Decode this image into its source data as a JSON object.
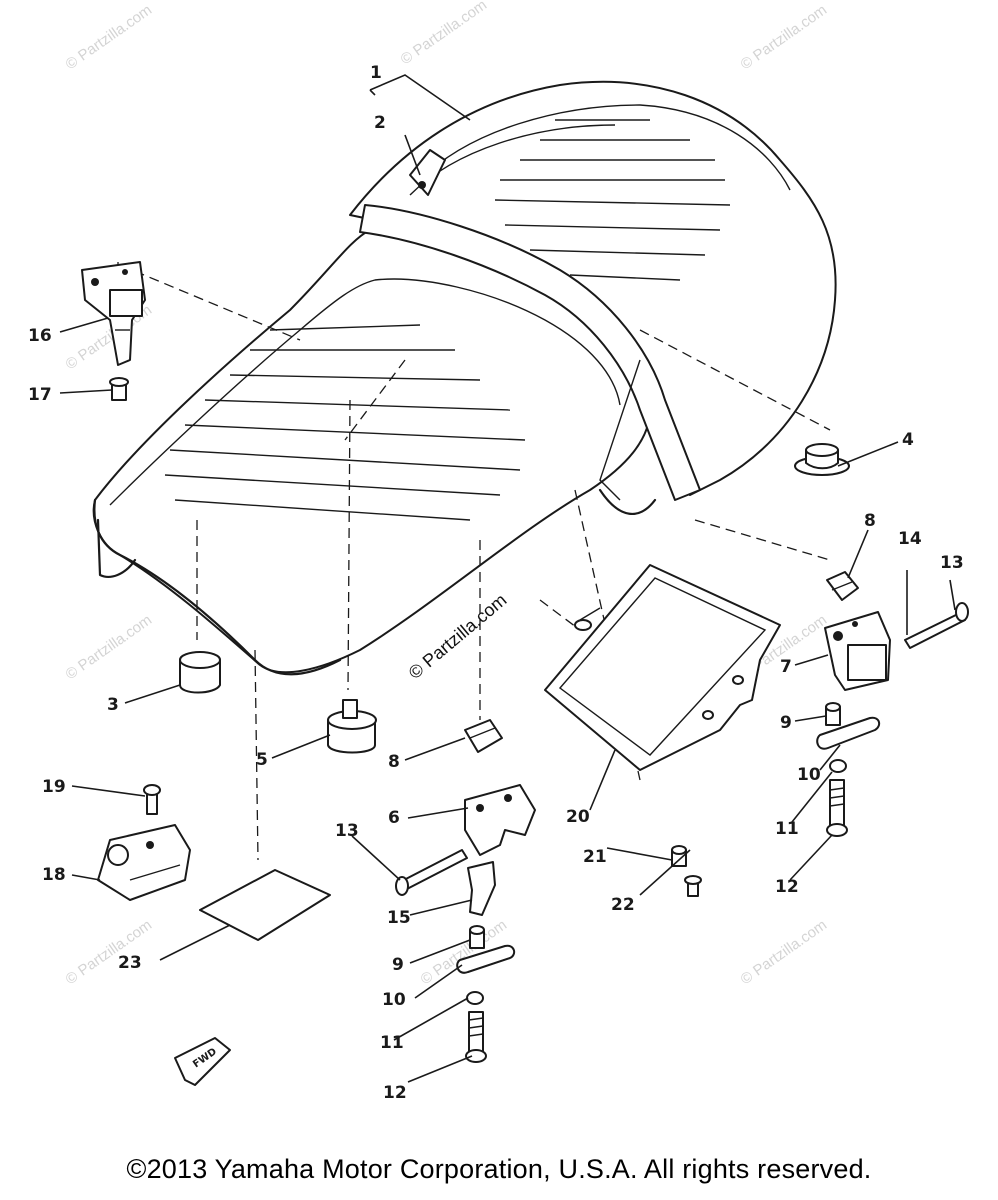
{
  "diagram": {
    "callouts": [
      {
        "id": "1",
        "label": "1"
      },
      {
        "id": "2",
        "label": "2"
      },
      {
        "id": "3",
        "label": "3"
      },
      {
        "id": "4",
        "label": "4"
      },
      {
        "id": "5",
        "label": "5"
      },
      {
        "id": "6",
        "label": "6"
      },
      {
        "id": "7",
        "label": "7"
      },
      {
        "id": "8a",
        "label": "8"
      },
      {
        "id": "8b",
        "label": "8"
      },
      {
        "id": "9a",
        "label": "9"
      },
      {
        "id": "9b",
        "label": "9"
      },
      {
        "id": "10a",
        "label": "10"
      },
      {
        "id": "10b",
        "label": "10"
      },
      {
        "id": "11a",
        "label": "11"
      },
      {
        "id": "11b",
        "label": "11"
      },
      {
        "id": "12a",
        "label": "12"
      },
      {
        "id": "12b",
        "label": "12"
      },
      {
        "id": "13a",
        "label": "13"
      },
      {
        "id": "13b",
        "label": "13"
      },
      {
        "id": "14",
        "label": "14"
      },
      {
        "id": "15",
        "label": "15"
      },
      {
        "id": "16",
        "label": "16"
      },
      {
        "id": "17",
        "label": "17"
      },
      {
        "id": "18",
        "label": "18"
      },
      {
        "id": "19",
        "label": "19"
      },
      {
        "id": "20",
        "label": "20"
      },
      {
        "id": "21",
        "label": "21"
      },
      {
        "id": "22",
        "label": "22"
      },
      {
        "id": "23",
        "label": "23"
      }
    ],
    "fwd_label": "FWD",
    "watermark": "© Partzilla.com",
    "center_watermark": "© Partzilla.com"
  },
  "footer": {
    "copyright": "©2013 Yamaha Motor Corporation, U.S.A. All rights reserved."
  }
}
